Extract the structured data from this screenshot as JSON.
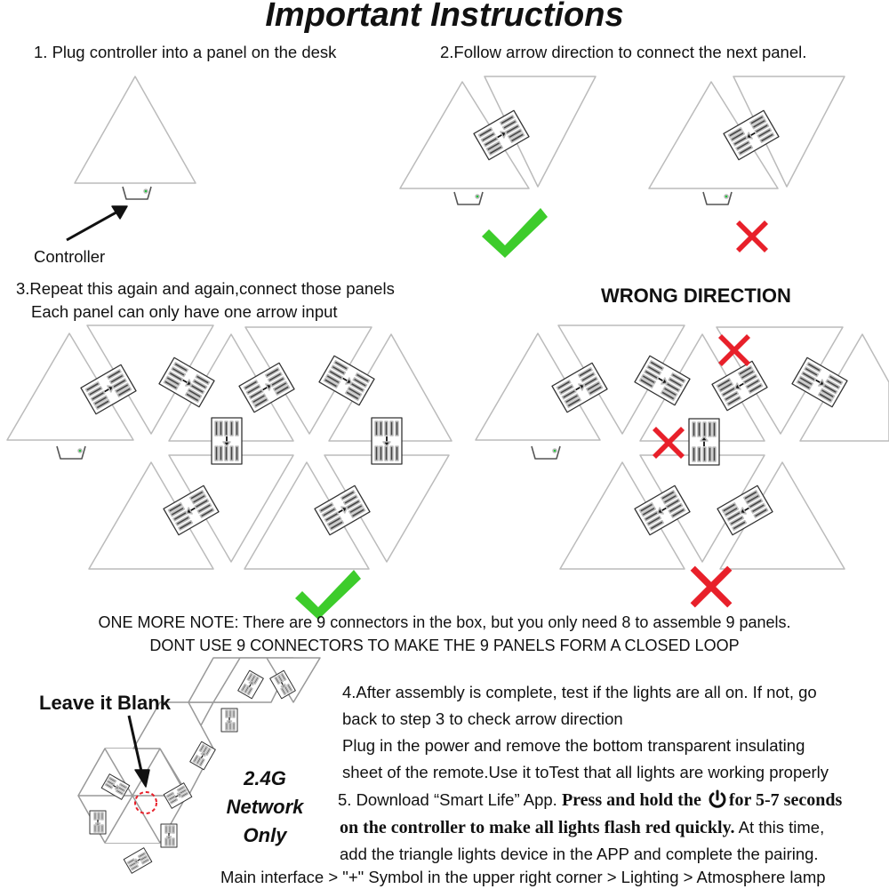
{
  "title": "Important Instructions",
  "step1": "1. Plug controller into a panel on the desk",
  "controller_label": "Controller",
  "step2": "2.Follow arrow direction to connect the next panel.",
  "step3_line1": "3.Repeat this again and again,connect those panels",
  "step3_line2": "Each panel can only have one arrow input",
  "wrong_direction": "WRONG DIRECTION",
  "note_line1": "ONE MORE NOTE: There are 9 connectors in the box, but you only need 8 to assemble 9 panels.",
  "note_line2": "DONT USE 9 CONNECTORS TO MAKE THE 9 PANELS FORM A CLOSED LOOP",
  "leave_blank": "Leave it Blank",
  "network": "2.4G Network Only",
  "step4_line1": "4.After assembly is complete, test if the lights are all on. If not, go",
  "step4_line2": "back to step 3 to check arrow direction",
  "step4_line3": "Plug in the power and remove the bottom transparent insulating",
  "step4_line4": "sheet of the remote.Use it toTest that all lights are working properly",
  "step5_a": "5. Download “Smart Life” App. ",
  "step5_b": "Press and hold the ",
  "step5_c": "for 5-7 seconds",
  "step5_line2a": "on the controller to make all lights flash red quickly.",
  "step5_line2b": " At this time,",
  "step5_line3": "add the triangle lights device in the APP and complete the pairing.",
  "step5_line4": "Main interface > \"+\" Symbol in the upper right corner > Lighting > Atmosphere lamp",
  "icons": [
    "power-icon",
    "check-icon",
    "cross-icon",
    "arrow-icon",
    "connector-icon"
  ],
  "colors": {
    "check": "#3dcc2b",
    "cross": "#e8202a",
    "led": "#22c23a"
  }
}
